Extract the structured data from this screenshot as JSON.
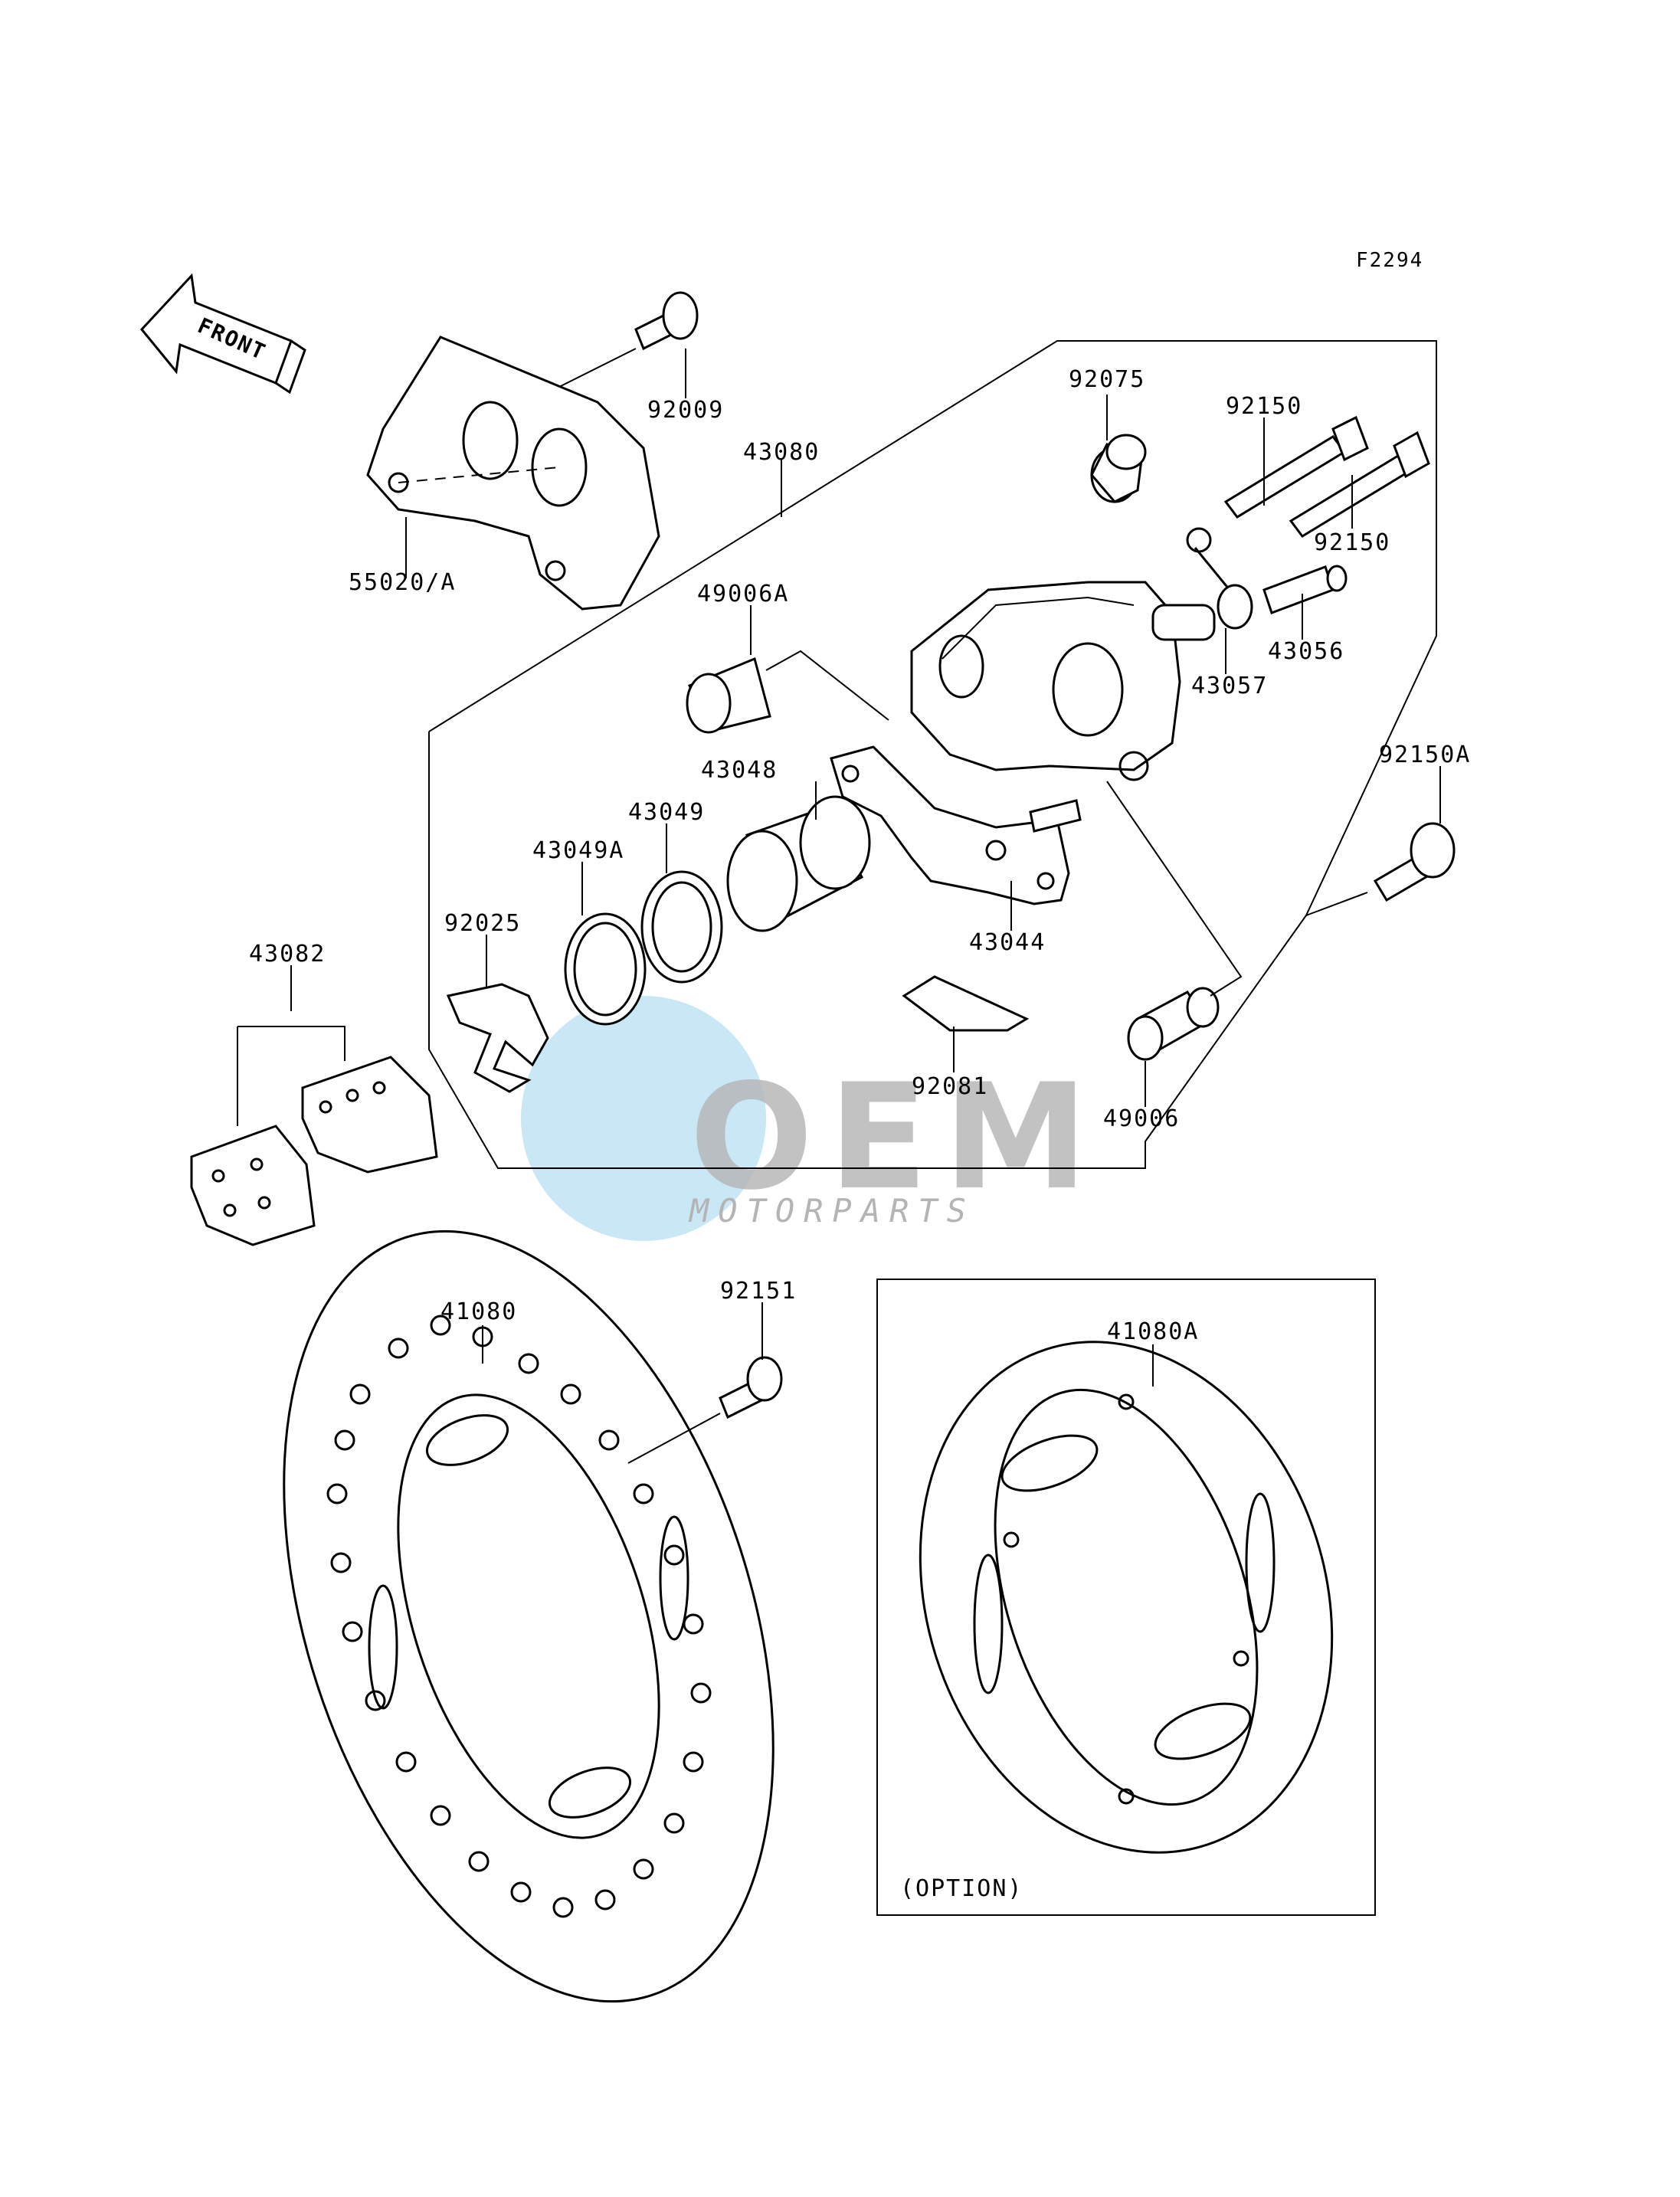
{
  "figure_code": "F2294",
  "front_arrow": {
    "label": "FRONT",
    "icon": "front-direction-arrow-icon"
  },
  "watermark": {
    "logo_text": "OEM",
    "tagline": "MOTORPARTS",
    "icon": "globe-icon"
  },
  "option_note": "(OPTION)",
  "parts": [
    {
      "id": "55020_A",
      "label": "55020/A"
    },
    {
      "id": "92009",
      "label": "92009"
    },
    {
      "id": "43080",
      "label": "43080"
    },
    {
      "id": "92075",
      "label": "92075"
    },
    {
      "id": "92150_1",
      "label": "92150"
    },
    {
      "id": "92150_2",
      "label": "92150"
    },
    {
      "id": "49006A",
      "label": "49006A"
    },
    {
      "id": "43057",
      "label": "43057"
    },
    {
      "id": "43056",
      "label": "43056"
    },
    {
      "id": "43048",
      "label": "43048"
    },
    {
      "id": "43049",
      "label": "43049"
    },
    {
      "id": "43049A",
      "label": "43049A"
    },
    {
      "id": "92025",
      "label": "92025"
    },
    {
      "id": "43044",
      "label": "43044"
    },
    {
      "id": "92150A",
      "label": "92150A"
    },
    {
      "id": "43082",
      "label": "43082"
    },
    {
      "id": "92081",
      "label": "92081"
    },
    {
      "id": "49006",
      "label": "49006"
    },
    {
      "id": "41080",
      "label": "41080"
    },
    {
      "id": "92151",
      "label": "92151"
    },
    {
      "id": "41080A",
      "label": "41080A"
    }
  ],
  "colors": {
    "line": "#000000",
    "background": "#ffffff",
    "watermark": "#9fd3ee",
    "watermark_text": "#b4b4b4"
  }
}
